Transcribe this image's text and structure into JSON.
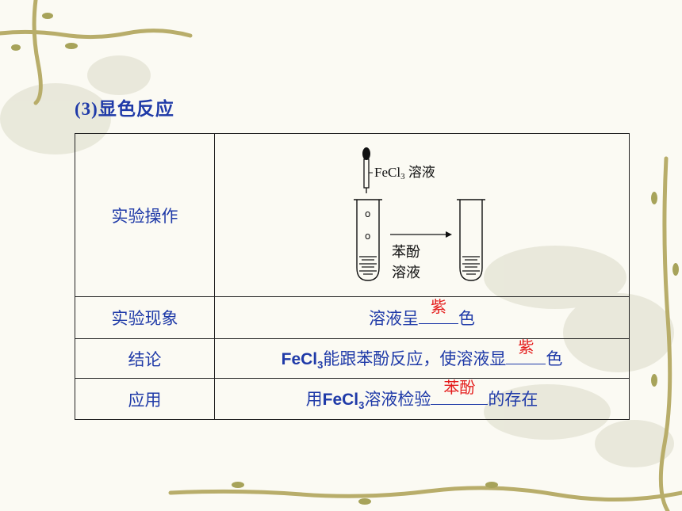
{
  "section_title": {
    "num": "(3)",
    "text": "显色反应"
  },
  "operation": {
    "label": "实验操作",
    "reagent": "FeCl",
    "reagent_sub": "3",
    "reagent_suffix": " 溶液",
    "phenol_line1": "苯酚",
    "phenol_line2": "溶液",
    "bubble": "o"
  },
  "phenomenon": {
    "label": "实验现象",
    "prefix": "溶液呈",
    "answer": "紫",
    "suffix": "色"
  },
  "conclusion": {
    "label": "结论",
    "feCl": "FeCl",
    "sub": "3",
    "prefix": "能跟苯酚反应，使溶液显",
    "answer": "紫",
    "suffix": "色"
  },
  "application": {
    "label": "应用",
    "prefix": "用",
    "feCl": "FeCl",
    "sub": "3",
    "middle": "溶液检验",
    "answer": "苯酚",
    "suffix": "的存在"
  }
}
